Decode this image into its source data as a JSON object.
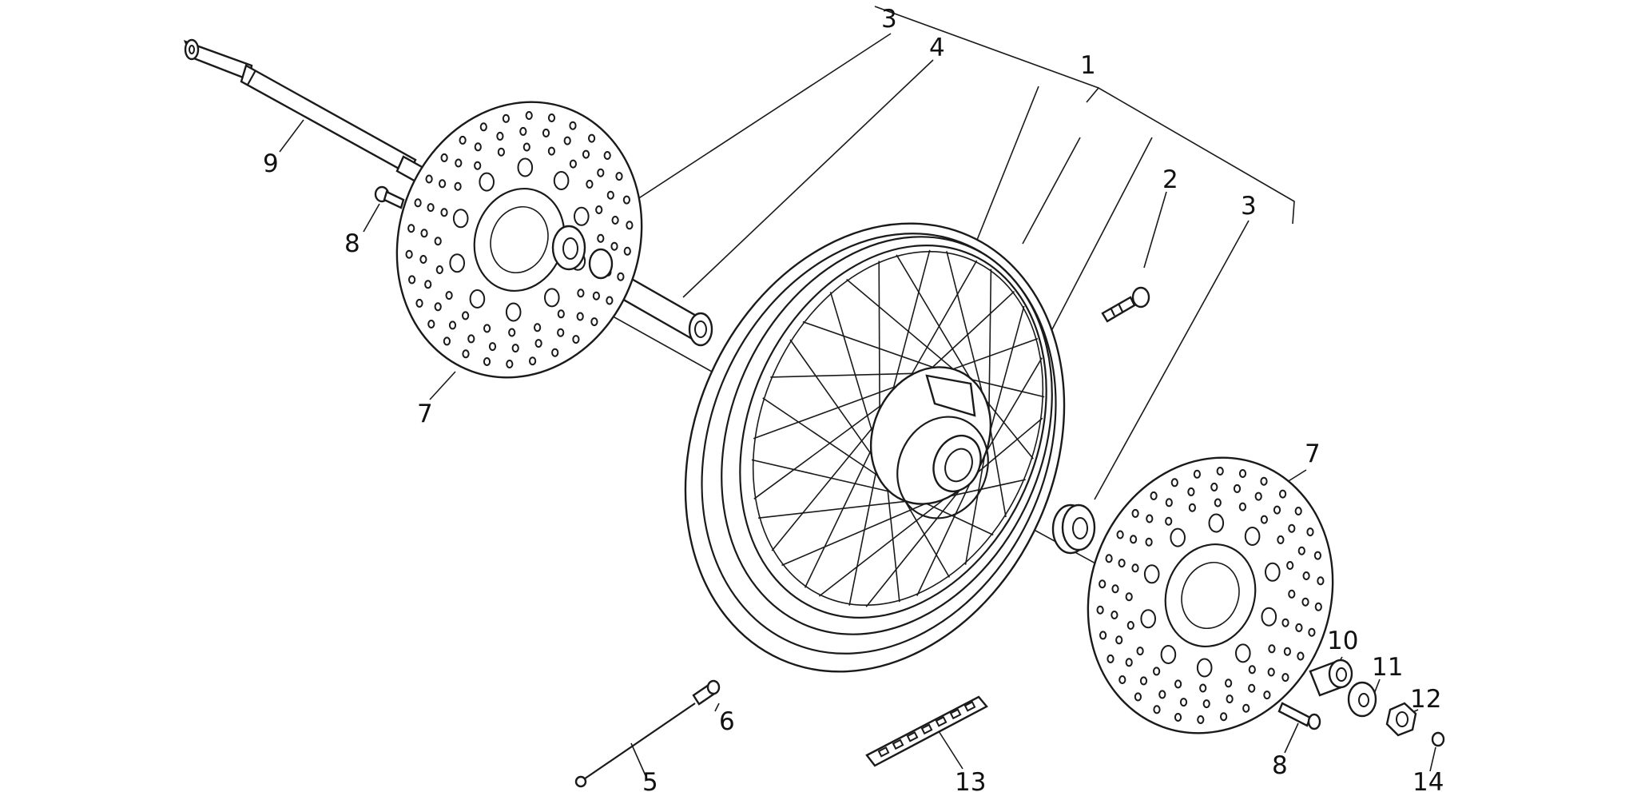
{
  "labels": {
    "p1": "1",
    "p2": "2",
    "p3a": "3",
    "p3b": "3",
    "p4": "4",
    "p5": "5",
    "p6": "6",
    "p7a": "7",
    "p7b": "7",
    "p8a": "8",
    "p8b": "8",
    "p9": "9",
    "p10": "10",
    "p11": "11",
    "p12": "12",
    "p13": "13",
    "p14": "14"
  }
}
